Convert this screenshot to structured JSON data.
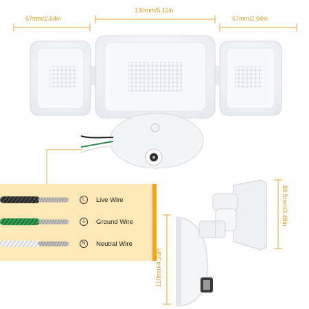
{
  "dimensions": {
    "left_width": "67mm/2.64in",
    "center_width": "130mm/5.11in",
    "right_width": "67mm/2.64in",
    "depth_height": "88.5mm/3.48in",
    "bracket_height": "110mm/4.33in"
  },
  "wires": [
    {
      "icon": "L",
      "label": "Live Wire",
      "color": "#1a1a1a"
    },
    {
      "icon": "⏚",
      "label": "Ground Wire",
      "color": "#2a8a4a"
    },
    {
      "icon": "N",
      "label": "Neutral Wire",
      "color": "#e8e8e8"
    }
  ],
  "colors": {
    "accent": "#f3a31c",
    "panel": "#fde8b8",
    "dimension_text": "#d99a1f"
  }
}
